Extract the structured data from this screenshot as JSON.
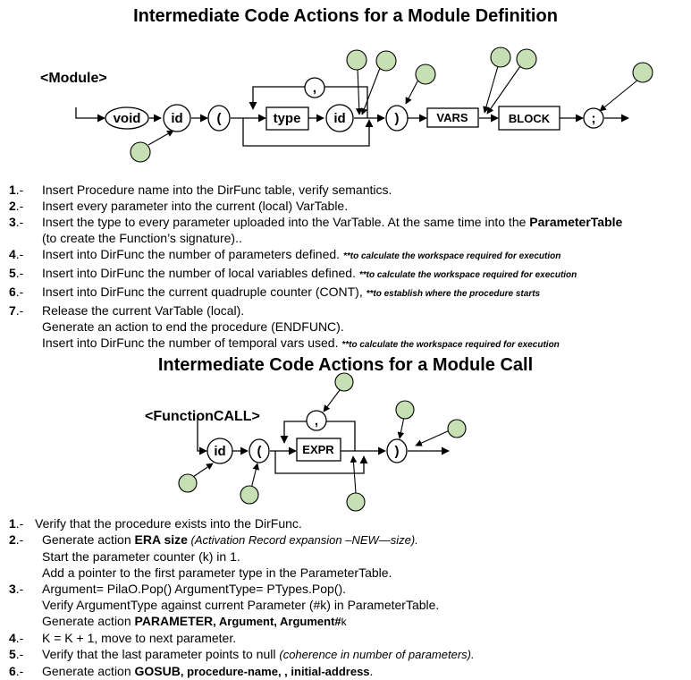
{
  "section1": {
    "title": "Intermediate Code Actions for a Module Definition",
    "nonterminal": "<Module>",
    "tokens": {
      "void": "void",
      "id": "id",
      "lparen": "(",
      "type": "type",
      "id2": "id",
      "comma": ",",
      "rparen": ")",
      "vars": "VARS",
      "block": "BLOCK",
      "semicolon": ";"
    },
    "items": [
      {
        "num": "1",
        "sep": ".-",
        "lines": [
          {
            "text": "Insert Procedure name into the DirFunc table, verify semantics."
          }
        ]
      },
      {
        "num": "2",
        "sep": ".-",
        "lines": [
          {
            "text": "Insert every parameter into the current (local)  VarTable."
          }
        ]
      },
      {
        "num": "3",
        "sep": ".-",
        "lines": [
          {
            "text": "Insert the type to every parameter uploaded into the VarTable. At the same time into the ",
            "bold": "ParameterTable"
          },
          {
            "text": "(to create the Function’s signature).."
          }
        ]
      },
      {
        "num": "4",
        "sep": ".-",
        "lines": [
          {
            "text": "Insert into DirFunc the number of parameters defined. ",
            "note": "**to calculate the workspace required for execution"
          }
        ]
      },
      {
        "num": "5",
        "sep": ".-",
        "lines": [
          {
            "text": "Insert into DirFunc the number of local variables defined. ",
            "note": "**to calculate the workspace required for execution"
          }
        ]
      },
      {
        "num": "6",
        "sep": ".-",
        "lines": [
          {
            "text": "Insert into DirFunc the current quadruple counter (CONT), ",
            "note": "**to establish where the procedure starts"
          }
        ]
      },
      {
        "num": "7",
        "sep": ".-",
        "lines": [
          {
            "text": "Release the current VarTable (local)."
          },
          {
            "text": "Generate an action to end the procedure (ENDFUNC)."
          },
          {
            "text": "Insert into DirFunc the number of temporal vars used. ",
            "note": "**to calculate the workspace required for execution"
          }
        ]
      }
    ]
  },
  "section2": {
    "title": "Intermediate Code Actions for a Module Call",
    "nonterminal": "<FunctionCALL>",
    "tokens": {
      "id": "id",
      "lparen": "(",
      "expr": "EXPR",
      "comma": ",",
      "rparen": ")"
    },
    "items": [
      {
        "num": "1",
        "sep": ".-",
        "lines": [
          {
            "text": "Verify that the procedure exists into the DirFunc."
          }
        ]
      },
      {
        "num": "2",
        "sep": ".-",
        "lines": [
          {
            "text": "Generate action ",
            "bold": "ERA size",
            "italic": " (Activation Record expansion –NEW—size)."
          },
          {
            "text": "Start the parameter counter (k) in 1."
          },
          {
            "text": "Add a pointer to the first parameter type in the ParameterTable."
          }
        ]
      },
      {
        "num": "3",
        "sep": ".-",
        "lines": [
          {
            "text": "Argument= PilaO.Pop() ArgumentType= PTypes.Pop()."
          },
          {
            "text": "Verify ArgumentType against current Parameter (#k) in ParameterTable."
          },
          {
            "text": "Generate action ",
            "bold": "PARAMETER",
            "boldsmall": ", Argument, Argument#",
            "tail": "k"
          }
        ]
      },
      {
        "num": "4",
        "sep": ".-",
        "lines": [
          {
            "text": "K = K + 1, move to next parameter."
          }
        ]
      },
      {
        "num": "5",
        "sep": ".-",
        "lines": [
          {
            "text": "Verify that the last parameter points to null ",
            "italic": "(coherence in number of parameters)."
          }
        ]
      },
      {
        "num": "6",
        "sep": ".-",
        "lines": [
          {
            "text": "Generate action ",
            "bold": "GOSUB",
            "boldsmall": ", procedure-name, , initial-address",
            "tail": "."
          }
        ]
      }
    ]
  },
  "colors": {
    "marker_fill": "#c6e0b4",
    "stroke": "#000000"
  }
}
